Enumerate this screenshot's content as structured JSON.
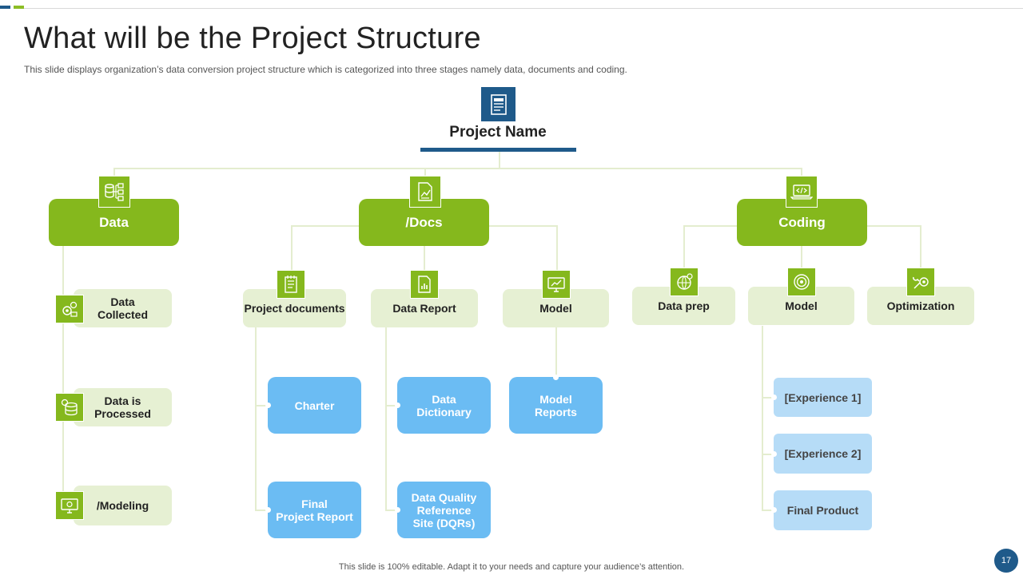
{
  "slide": {
    "title": "What will be the Project Structure",
    "subtitle": "This slide displays organization’s data conversion project structure which is categorized into three stages namely data, documents and coding.",
    "footer": "This slide is 100% editable.  Adapt it to your needs and capture your audience’s attention.",
    "page_number": "17"
  },
  "root": {
    "label": "Project Name",
    "icon": "document-icon"
  },
  "categories": [
    {
      "label": "Data",
      "icon": "database-structure-icon",
      "children": [
        {
          "label": "Data\nCollected",
          "icon": "gears-icon"
        },
        {
          "label": "Data is\nProcessed",
          "icon": "database-process-icon"
        },
        {
          "label": "/Modeling",
          "icon": "monitor-icon"
        }
      ]
    },
    {
      "label": "/Docs",
      "icon": "chart-document-icon",
      "children": [
        {
          "label": "Project documents",
          "icon": "notes-icon",
          "children": [
            {
              "label": "Charter"
            },
            {
              "label": "Final\nProject Report"
            }
          ]
        },
        {
          "label": "Data Report",
          "icon": "report-icon",
          "children": [
            {
              "label": "Data\nDictionary"
            },
            {
              "label": "Data Quality\nReference\nSite (DQRs)"
            }
          ]
        },
        {
          "label": "Model",
          "icon": "monitor-chart-icon",
          "children": [
            {
              "label": "Model\nReports"
            }
          ]
        }
      ]
    },
    {
      "label": "Coding",
      "icon": "laptop-code-icon",
      "children": [
        {
          "label": "Data prep",
          "icon": "globe-gear-icon"
        },
        {
          "label": "Model",
          "icon": "target-icon",
          "children": [
            {
              "label": "[Experience 1]"
            },
            {
              "label": "[Experience 2]"
            },
            {
              "label": "Final Product"
            }
          ]
        },
        {
          "label": "Optimization",
          "icon": "tools-icon"
        }
      ]
    }
  ],
  "colors": {
    "green": "#85b81d",
    "light_green": "#e6f0d3",
    "blue": "#1f5a8a",
    "sky": "#6bbcf3",
    "light_sky": "#b6dcf7"
  }
}
